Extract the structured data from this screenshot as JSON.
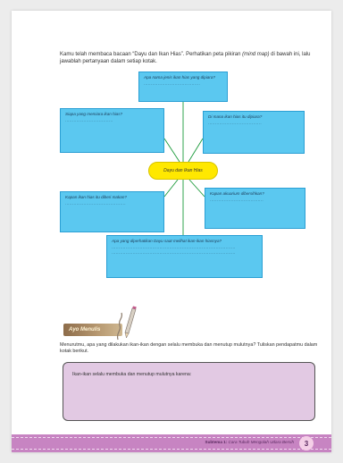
{
  "intro": {
    "line1": "Kamu telah membaca bacaan “Dayu dan Ikan Hias”. Perhatikan peta pikiran",
    "line2_italic": "(mind map)",
    "line2_rest": " di bawah ini, lalu jawablah pertanyaan dalam setiap kotak."
  },
  "mind_map": {
    "center": "Dayu dan Ikan Hias",
    "boxes": {
      "top": {
        "question": "Apa nama jenis ikan hias yang dipiara?",
        "dots": "........................................"
      },
      "left_upper": {
        "question": "Siapa yang memiara ikan hias?",
        "dots": ".................................."
      },
      "right_upper": {
        "question": "Di mana ikan hias itu dipiara?",
        "dots": "......................................"
      },
      "left_lower": {
        "question": "Kapan ikan hias itu diberi makan?",
        "dots": "..........................................."
      },
      "right_lower": {
        "question": "Kapan akuarium dibersihkan?",
        "dots": "......................................"
      },
      "bottom": {
        "question": "Apa yang diperhatikan Dayu saat melihat ikan-ikan hiasnya?",
        "dots1": "........................................................................................",
        "dots2": "........................................................................................"
      }
    }
  },
  "section": {
    "title": "Ayo Menulis"
  },
  "question": "Menurutmu, apa yang dilakukan ikan-ikan dengan selalu membuka dan menutup mulutnya? Tuliskan pendapatmu dalam kotak berikut.",
  "answer_box": {
    "prompt": "Ikan-ikan selalu membuka dan menutup mulutnya karena:"
  },
  "footer": {
    "subtema": "Subtema 1:",
    "subtema_title": " Cara Tubuh Mengolah Udara Bersih",
    "page_number": "3"
  }
}
